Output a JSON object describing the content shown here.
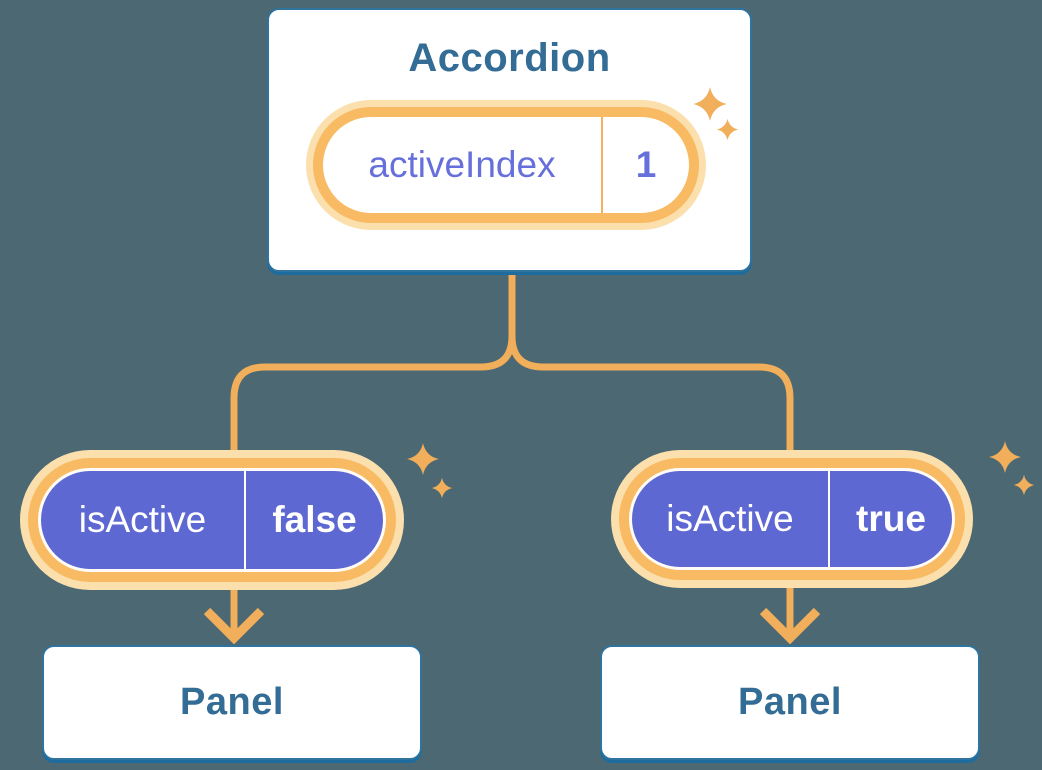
{
  "colors": {
    "background": "#4C6872",
    "card_bg": "#FFFFFF",
    "card_border": "#2F739F",
    "card_border_shadow": "#1E6C9E",
    "heading_text": "#336C94",
    "state_purple": "#5E68D2",
    "state_label_text": "#6770DA",
    "ring_orange": "#F8BB64",
    "ring_cream": "#FBDFAD",
    "connector": "#F1AE5B",
    "divider_orange": "#F3B05F"
  },
  "icons": {
    "sparkle": "four-point-star"
  },
  "diagram": {
    "root": {
      "title": "Accordion",
      "state": {
        "label": "activeIndex",
        "value": "1"
      }
    },
    "children": [
      {
        "state": {
          "label": "isActive",
          "value": "false"
        },
        "panel_label": "Panel"
      },
      {
        "state": {
          "label": "isActive",
          "value": "true"
        },
        "panel_label": "Panel"
      }
    ]
  }
}
